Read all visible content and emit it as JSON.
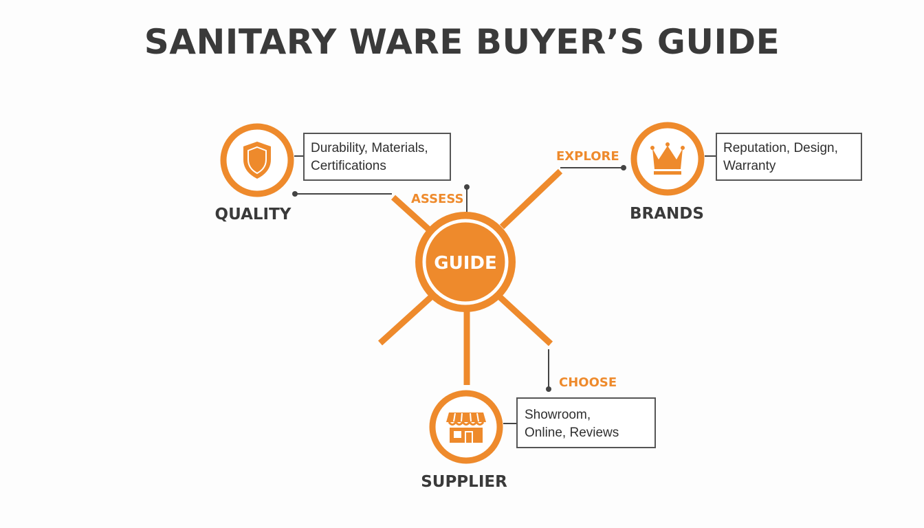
{
  "title": "SANITARY WARE BUYER’S GUIDE",
  "hub": {
    "label": "GUIDE"
  },
  "nodes": {
    "quality": {
      "label": "QUALITY",
      "verb": "ASSESS",
      "icon": "shield-icon",
      "details": [
        "Durability, Materials,",
        "Certifications"
      ]
    },
    "brands": {
      "label": "BRANDS",
      "verb": "EXPLORE",
      "icon": "crown-icon",
      "details": [
        "Reputation, Design,",
        "Warranty"
      ]
    },
    "supplier": {
      "label": "SUPPLIER",
      "verb": "CHOOSE",
      "icon": "storefront-icon",
      "details": [
        "Showroom,",
        "Online, Reviews"
      ]
    }
  },
  "colors": {
    "accent": "#ee8a2c",
    "text": "#3a3a3a",
    "connector": "#444444",
    "box_border": "#555555"
  }
}
